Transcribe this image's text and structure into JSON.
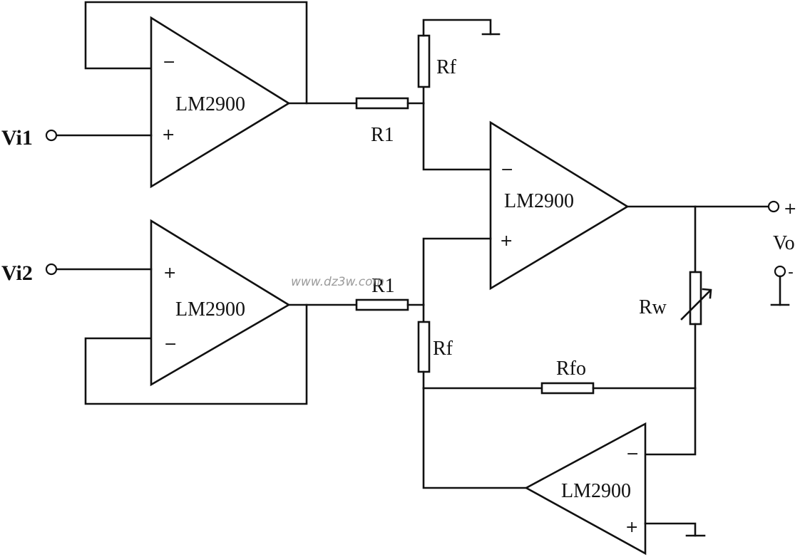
{
  "inputs": {
    "vi1": "Vi1",
    "vi2": "Vi2"
  },
  "opamps": [
    {
      "label": "LM2900",
      "minus": "−",
      "plus": "+"
    },
    {
      "label": "LM2900",
      "minus": "−",
      "plus": "+"
    },
    {
      "label": "LM2900",
      "minus": "−",
      "plus": "+"
    },
    {
      "label": "LM2900",
      "minus": "−",
      "plus": "+"
    }
  ],
  "resistors": {
    "r1_top": "R1",
    "r1_bottom": "R1",
    "rf_top": "Rf",
    "rf_bottom": "Rf",
    "rfo": "Rfo",
    "rw": "Rw"
  },
  "output": {
    "label": "Vo",
    "plus": "+",
    "minus": "-"
  },
  "watermark": "www.dz3w.com"
}
